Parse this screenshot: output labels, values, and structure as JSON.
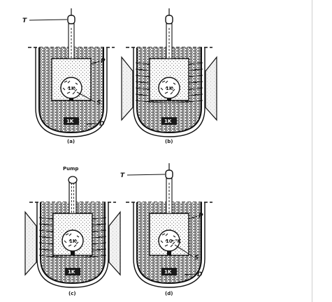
{
  "panels": [
    {
      "caption": "(a)",
      "bath": "1K",
      "sphere": "1K",
      "labels": {
        "valve": "T",
        "outer": "P",
        "inner": "S",
        "dewar": "D"
      }
    },
    {
      "caption": "(b)",
      "bath": "1K",
      "sphere": "1K",
      "labels": {}
    },
    {
      "caption": "(c)",
      "bath": "1K",
      "sphere": "1K",
      "labels": {
        "top": "Pump"
      }
    },
    {
      "caption": "(d)",
      "bath": "1K",
      "sphere": "10⁻³K",
      "labels": {
        "valve": "T",
        "outer": "P",
        "inner": "S",
        "dewar": "D"
      }
    }
  ]
}
